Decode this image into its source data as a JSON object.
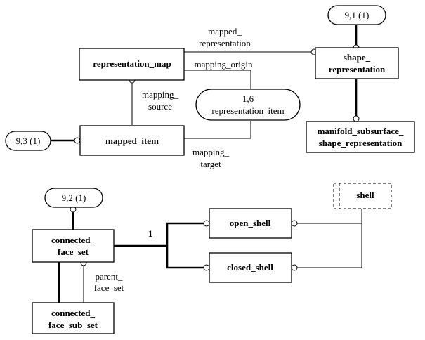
{
  "entities": {
    "representation_map": "representation_map",
    "shape_representation": [
      "shape_",
      "representation"
    ],
    "manifold_subsurface": [
      "manifold_subsurface_",
      "shape_representation"
    ],
    "mapped_item": "mapped_item",
    "connected_face_set": [
      "connected_",
      "face_set"
    ],
    "connected_face_sub_set": [
      "connected_",
      "face_sub_set"
    ],
    "open_shell": "open_shell",
    "closed_shell": "closed_shell",
    "shell": "shell"
  },
  "refs": {
    "shape_ref": "9,1 (1)",
    "mapped_ref": "9,3 (1)",
    "cfs_ref": "9,2 (1)",
    "rep_item": [
      "1,6",
      "representation_item"
    ]
  },
  "labels": {
    "mapped_representation": [
      "mapped_",
      "representation"
    ],
    "mapping_origin": "mapping_origin",
    "mapping_source": [
      "mapping_",
      "source"
    ],
    "mapping_target": [
      "mapping_",
      "target"
    ],
    "parent_face_set": [
      "parent_",
      "face_set"
    ],
    "one": "1"
  }
}
